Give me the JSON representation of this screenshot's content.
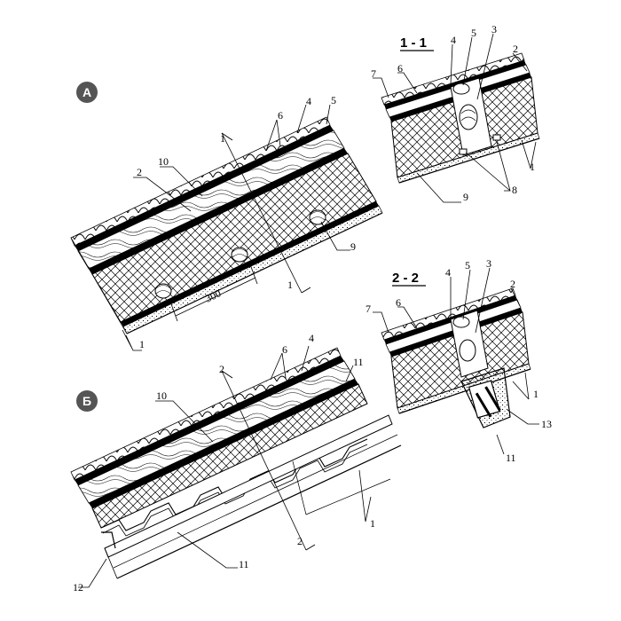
{
  "variants": [
    {
      "letter": "А"
    },
    {
      "letter": "Б"
    }
  ],
  "sections": [
    {
      "title": "1 - 1"
    },
    {
      "title": "2 - 2"
    }
  ],
  "dimension": {
    "value": "300"
  },
  "callouts": {
    "c1": "1",
    "c2": "2",
    "c3": "3",
    "c4": "4",
    "c5": "5",
    "c6": "6",
    "c7": "7",
    "c8": "8",
    "c9": "9",
    "c10": "10",
    "c11": "11",
    "c12": "12",
    "c13": "13"
  },
  "colors": {
    "ink": "#000000",
    "badge": "#555555"
  }
}
